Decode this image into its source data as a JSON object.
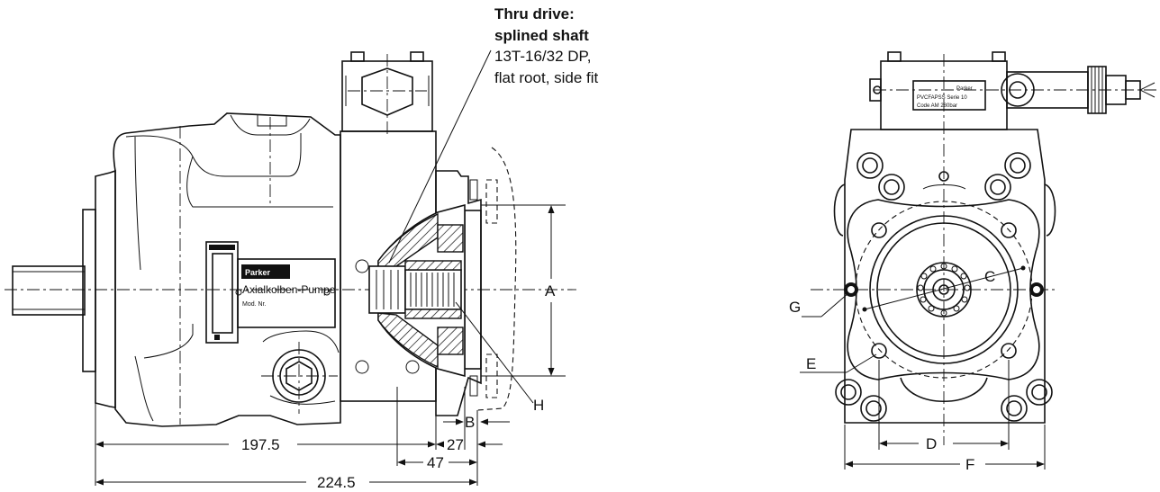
{
  "callout": {
    "line1": "Thru drive:",
    "line2": "splined shaft",
    "line3": "13T-16/32 DP,",
    "line4": "flat root, side fit"
  },
  "side_view": {
    "nameplate_brand": "Parker",
    "nameplate_title": "Axialkolben-Pumpe",
    "nameplate_sub": "Mod. Nr.",
    "dim_197_5": "197.5",
    "dim_224_5": "224.5",
    "dim_27": "27",
    "dim_47": "47",
    "label_A": "A",
    "label_B": "B",
    "label_H": "H"
  },
  "front_view": {
    "plate_line1": "Parker",
    "plate_line2": "PVCFAPSS Serie 10",
    "plate_line3": "Code AM 280bar",
    "label_C": "C",
    "label_D": "D",
    "label_E": "E",
    "label_F": "F",
    "label_G": "G"
  }
}
